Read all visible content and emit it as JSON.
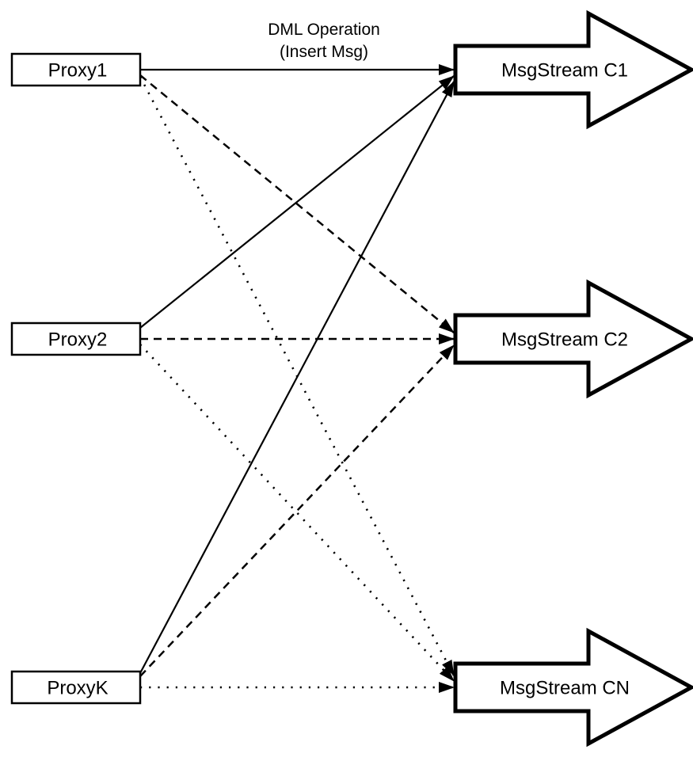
{
  "diagram": {
    "title_line1": "DML Operation",
    "title_line2": "(Insert Msg)",
    "proxies": [
      {
        "id": "proxy1",
        "label": "Proxy1"
      },
      {
        "id": "proxy2",
        "label": "Proxy2"
      },
      {
        "id": "proxyk",
        "label": "ProxyK"
      }
    ],
    "streams": [
      {
        "id": "c1",
        "label": "MsgStream C1"
      },
      {
        "id": "c2",
        "label": "MsgStream C2"
      },
      {
        "id": "cn",
        "label": "MsgStream CN"
      }
    ],
    "edges": [
      {
        "from": 0,
        "to": 0,
        "from_label": "Proxy1",
        "to_label": "MsgStream C1",
        "style": "solid"
      },
      {
        "from": 0,
        "to": 1,
        "from_label": "Proxy1",
        "to_label": "MsgStream C2",
        "style": "dashed"
      },
      {
        "from": 0,
        "to": 2,
        "from_label": "Proxy1",
        "to_label": "MsgStream CN",
        "style": "dotted"
      },
      {
        "from": 1,
        "to": 0,
        "from_label": "Proxy2",
        "to_label": "MsgStream C1",
        "style": "solid"
      },
      {
        "from": 1,
        "to": 1,
        "from_label": "Proxy2",
        "to_label": "MsgStream C2",
        "style": "dashed"
      },
      {
        "from": 1,
        "to": 2,
        "from_label": "Proxy2",
        "to_label": "MsgStream CN",
        "style": "dotted"
      },
      {
        "from": 2,
        "to": 0,
        "from_label": "ProxyK",
        "to_label": "MsgStream C1",
        "style": "solid"
      },
      {
        "from": 2,
        "to": 1,
        "from_label": "ProxyK",
        "to_label": "MsgStream C2",
        "style": "dashed"
      },
      {
        "from": 2,
        "to": 2,
        "from_label": "ProxyK",
        "to_label": "MsgStream CN",
        "style": "dotted"
      }
    ],
    "colors": {
      "stroke": "#000000",
      "fill": "#ffffff"
    }
  }
}
